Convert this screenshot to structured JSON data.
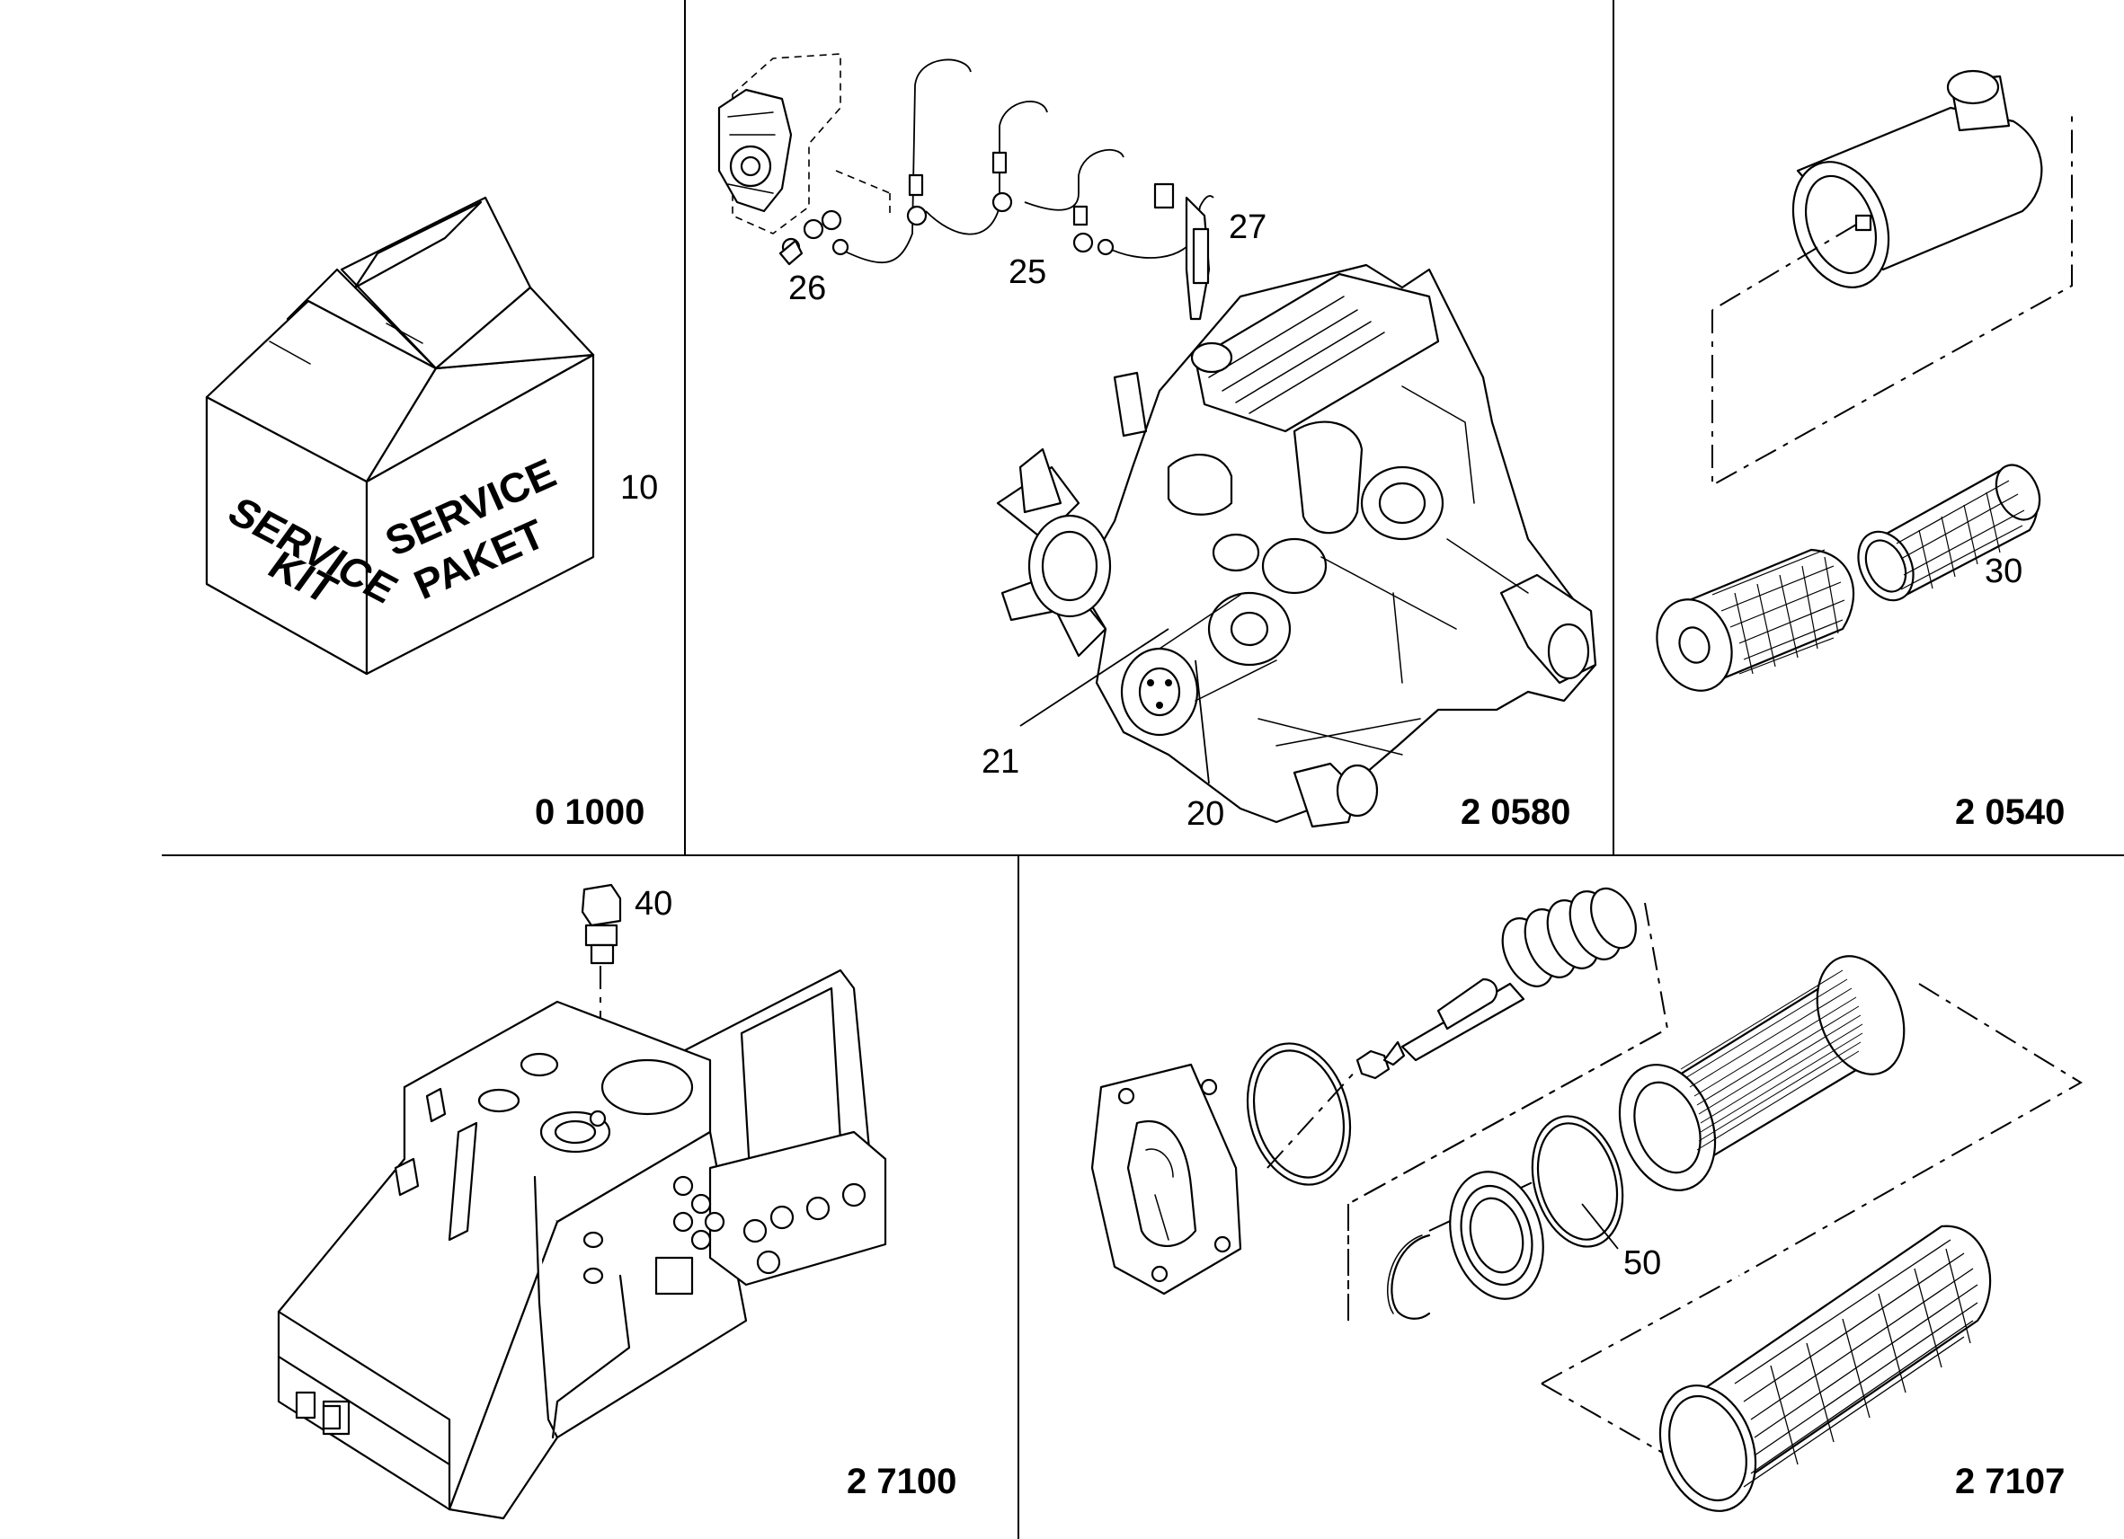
{
  "panels": [
    {
      "code": "0 1000",
      "callouts": [
        "10"
      ],
      "box_text": {
        "left_line1": "SERVICE",
        "left_line2": "KIT",
        "right_line1": "SERVICE",
        "right_line2": "PAKET"
      }
    },
    {
      "code": "2 0580",
      "callouts": [
        "26",
        "25",
        "27",
        "21",
        "20"
      ]
    },
    {
      "code": "2 0540",
      "callouts": [
        "30"
      ]
    },
    {
      "code": "2 7100",
      "callouts": [
        "40"
      ]
    },
    {
      "code": "2 7107",
      "callouts": [
        "50"
      ]
    }
  ],
  "colors": {
    "ink": "#000000",
    "paper": "#ffffff"
  }
}
